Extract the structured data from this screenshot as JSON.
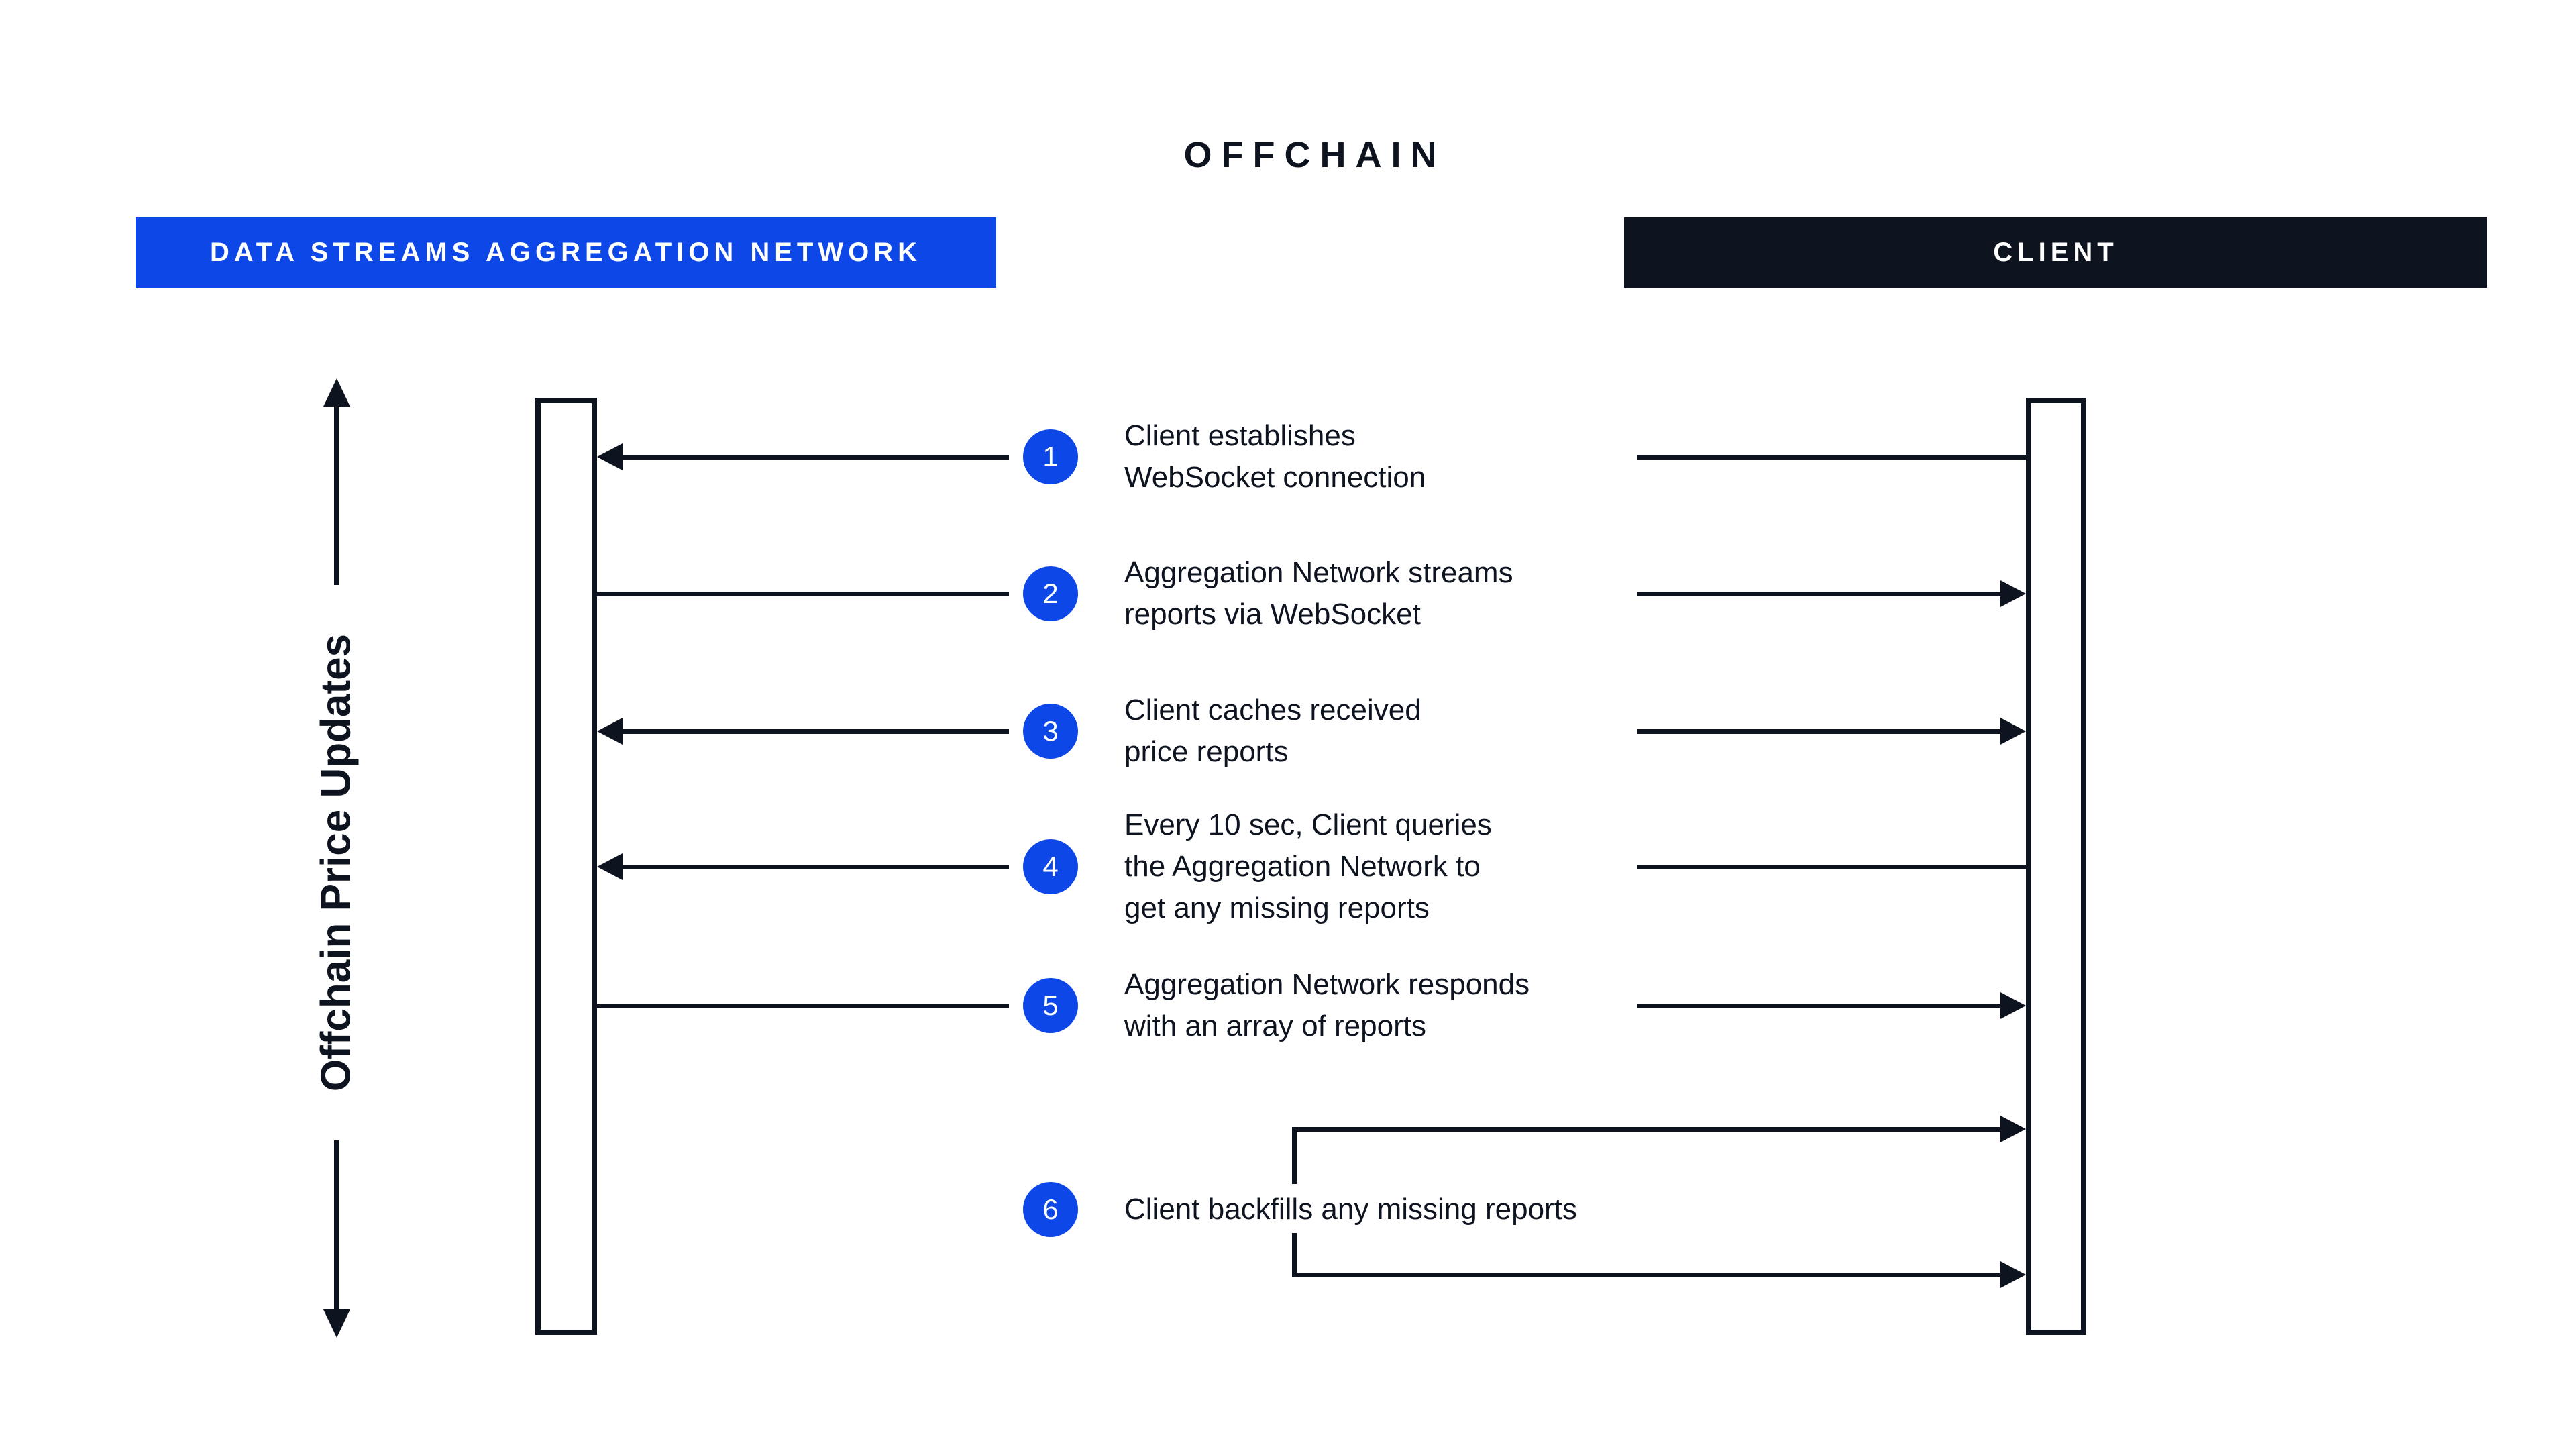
{
  "title": "OFFCHAIN",
  "actors": {
    "left": {
      "label": "DATA STREAMS AGGREGATION NETWORK",
      "color": "#0D47E8"
    },
    "right": {
      "label": "CLIENT",
      "color": "#0E1320"
    }
  },
  "side_label": "Offchain Price Updates",
  "colors": {
    "dark": "#0E1320",
    "blue": "#0D47E8",
    "background": "#ffffff"
  },
  "steps": [
    {
      "number": "1",
      "lines": [
        "Client establishes",
        "WebSocket connection"
      ],
      "arrow_left": true,
      "arrow_right": false
    },
    {
      "number": "2",
      "lines": [
        "Aggregation Network streams",
        "reports via WebSocket"
      ],
      "arrow_left": false,
      "arrow_right": true
    },
    {
      "number": "3",
      "lines": [
        "Client caches received",
        "price reports"
      ],
      "arrow_left": true,
      "arrow_right": true
    },
    {
      "number": "4",
      "lines": [
        "Every 10 sec, Client queries",
        "the Aggregation Network to",
        "get any missing reports"
      ],
      "arrow_left": true,
      "arrow_right": false
    },
    {
      "number": "5",
      "lines": [
        "Aggregation Network responds",
        "with an array of reports"
      ],
      "arrow_left": false,
      "arrow_right": true
    },
    {
      "number": "6",
      "lines": [
        "Client backfills any missing reports"
      ],
      "arrow_left": false,
      "arrow_right": true,
      "bracket": true
    }
  ]
}
